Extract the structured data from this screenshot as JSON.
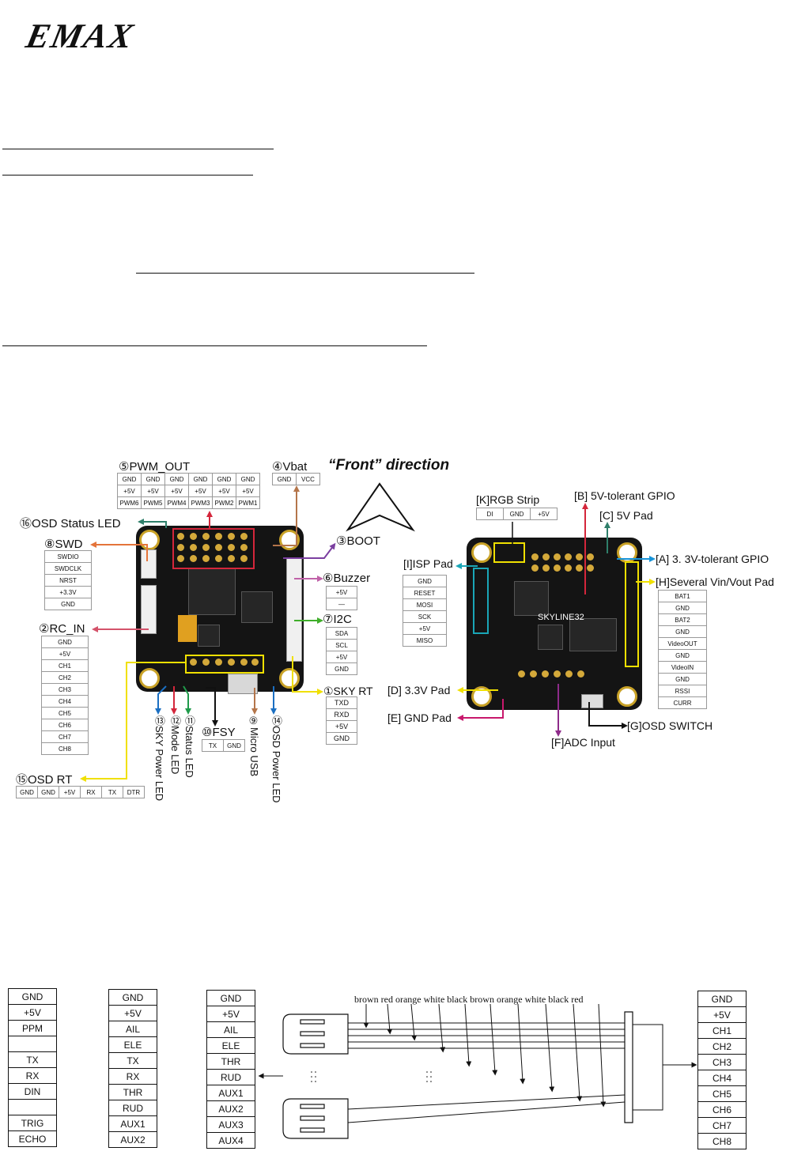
{
  "brand": "EMAX",
  "front_direction": "“Front” direction",
  "left_labels": {
    "pwm_out": "⑤PWM_OUT",
    "vbat": "④Vbat",
    "boot": "③BOOT",
    "osd_status_led": "⑯OSD Status LED",
    "swd": "⑧SWD",
    "buzzer": "⑥Buzzer",
    "i2c": "⑦I2C",
    "rc_in": "②RC_IN",
    "sky_rt": "①SKY RT",
    "fsy": "⑩FSY",
    "osd_rt": "⑮OSD RT",
    "sky_power_led": "⑬SKY Power LED",
    "mode_led": "⑫Mode LED",
    "status_led": "⑪Status LED",
    "micro_usb": "⑨Micro USB",
    "osd_power_led": "⑭OSD Power LED"
  },
  "pwm_table": [
    [
      "GND",
      "GND",
      "GND",
      "GND",
      "GND",
      "GND"
    ],
    [
      "+5V",
      "+5V",
      "+5V",
      "+5V",
      "+5V",
      "+5V"
    ],
    [
      "PWM6",
      "PWM5",
      "PWM4",
      "PWM3",
      "PWM2",
      "PWM1"
    ]
  ],
  "vbat_pins": [
    "GND",
    "VCC"
  ],
  "swd_pins": [
    "SWDIO",
    "SWDCLK",
    "NRST",
    "+3.3V",
    "GND"
  ],
  "buzzer_pins": [
    "+5V",
    "—"
  ],
  "i2c_pins": [
    "SDA",
    "SCL",
    "+5V",
    "GND"
  ],
  "rc_in_pins": [
    "GND",
    "+5V",
    "CH1",
    "CH2",
    "CH3",
    "CH4",
    "CH5",
    "CH6",
    "CH7",
    "CH8"
  ],
  "sky_rt_pins": [
    "TXD",
    "RXD",
    "+5V",
    "GND"
  ],
  "fsy_pins": [
    "TX",
    "GND"
  ],
  "osd_rt_pins": [
    "GND",
    "GND",
    "+5V",
    "RX",
    "TX",
    "DTR"
  ],
  "right_labels": {
    "rgb_strip": "[K]RGB Strip",
    "gpio_5v": "[B] 5V-tolerant GPIO",
    "pad_5v": "[C] 5V Pad",
    "gpio_33v": "[A] 3. 3V-tolerant  GPIO",
    "isp_pad": "[I]ISP Pad",
    "vin_vout": "[H]Several Vin/Vout Pad",
    "pad_33v": "[D] 3.3V Pad",
    "gnd_pad": "[E] GND Pad",
    "adc_input": "[F]ADC Input",
    "osd_switch": "[G]OSD SWITCH",
    "board_name": "SKYLINE32"
  },
  "rgb_pins": [
    "DI",
    "GND",
    "+5V"
  ],
  "isp_pins": [
    "GND",
    "RESET",
    "MOSI",
    "SCK",
    "+5V",
    "MISO"
  ],
  "vin_pins": [
    "BAT1",
    "GND",
    "BAT2",
    "GND",
    "VideoOUT",
    "GND",
    "VideoIN",
    "GND",
    "RSSI",
    "CURR"
  ],
  "bottom": {
    "table1": [
      "GND",
      "+5V",
      "PPM",
      "",
      "TX",
      "RX",
      "DIN",
      "",
      "TRIG",
      "ECHO"
    ],
    "table2": [
      "GND",
      "+5V",
      "AIL",
      "ELE",
      "TX",
      "RX",
      "THR",
      "RUD",
      "AUX1",
      "AUX2"
    ],
    "table3": [
      "GND",
      "+5V",
      "AIL",
      "ELE",
      "THR",
      "RUD",
      "AUX1",
      "AUX2",
      "AUX3",
      "AUX4"
    ],
    "table4": [
      "GND",
      "+5V",
      "CH1",
      "CH2",
      "CH3",
      "CH4",
      "CH5",
      "CH6",
      "CH7",
      "CH8"
    ],
    "wire_colors": "brown red orange white black brown orange white black red"
  },
  "colors": {
    "pwm": "#d4263b",
    "vbat": "#b4754a",
    "boot": "#7b3fa0",
    "osd_status": "#2f7f6a",
    "swd": "#e4743a",
    "buzzer": "#c062a8",
    "i2c": "#3fae2a",
    "rc_in": "#d4526a",
    "sky_rt": "#f0e000",
    "fsy": "#111111",
    "sky_power": "#1b6fc2",
    "mode_led": "#d4263b",
    "status_led": "#1f9a4a",
    "micro_usb": "#b4754a",
    "osd_power": "#1b6fc2",
    "gpio_33": "#1793d8",
    "gpio_5": "#d4263b",
    "pad_5v": "#2f7f6a",
    "isp": "#1aa6b7",
    "adc": "#8e2b8a",
    "gnd_pad": "#c8186c"
  }
}
